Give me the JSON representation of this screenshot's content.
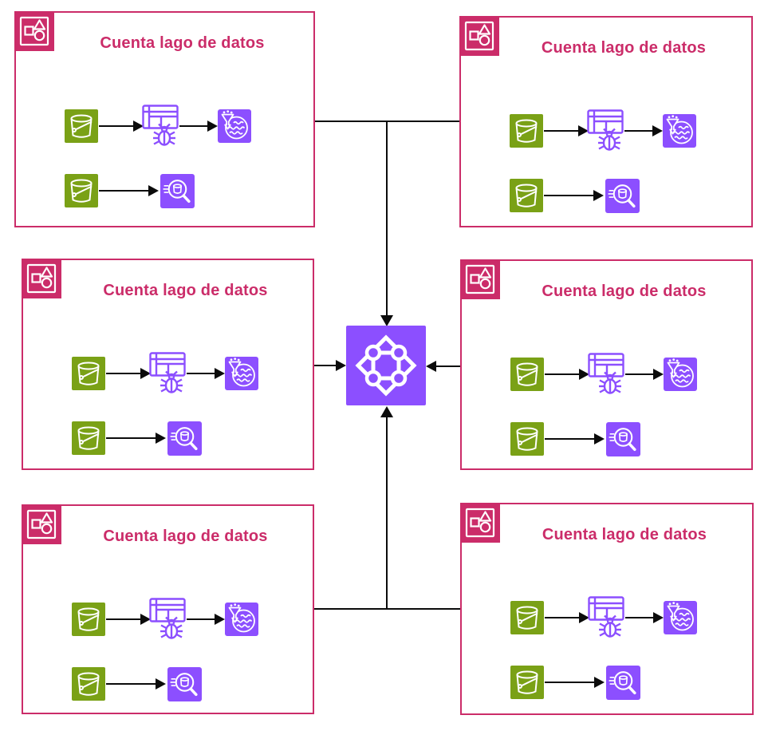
{
  "diagram": {
    "colors": {
      "account_pink": "#CB2C69",
      "service_purple": "#8C4FFF",
      "s3_green": "#7AA116",
      "connector_black": "#0b0b0b",
      "background": "#ffffff"
    },
    "accounts": [
      {
        "title": "Cuenta lago de datos"
      },
      {
        "title": "Cuenta lago de datos"
      },
      {
        "title": "Cuenta lago de datos"
      },
      {
        "title": "Cuenta lago de datos"
      },
      {
        "title": "Cuenta lago de datos"
      },
      {
        "title": "Cuenta lago de datos"
      }
    ],
    "icons": {
      "corner_badge": "aws-account-icon",
      "flow_row1": [
        "s3-bucket-icon",
        "glue-crawler-icon",
        "lake-formation-icon"
      ],
      "flow_row2": [
        "s3-bucket-icon",
        "athena-icon"
      ],
      "center": "shared-data-hub-icon"
    }
  }
}
